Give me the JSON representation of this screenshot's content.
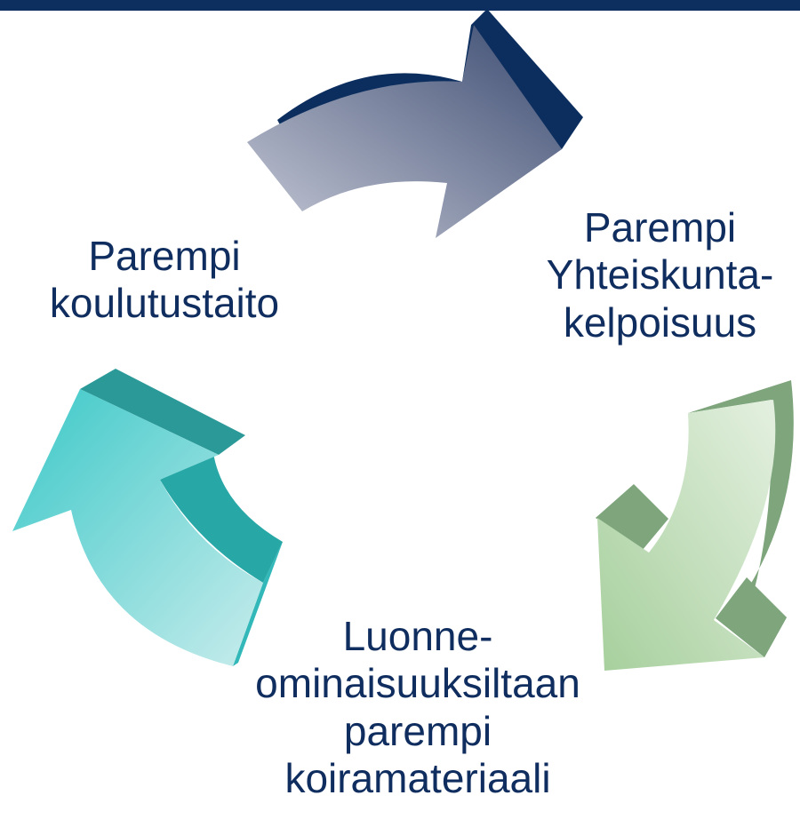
{
  "header": {
    "bar_color": "#0c2f5f"
  },
  "diagram": {
    "type": "cycle",
    "nodes": [
      {
        "id": "left",
        "lines": [
          "Parempi",
          "koulutustaito"
        ]
      },
      {
        "id": "right",
        "lines": [
          "Parempi",
          "Yhteiskunta-",
          "kelpoisuus"
        ]
      },
      {
        "id": "bottom",
        "lines": [
          "Luonne-",
          "ominaisuuksiltaan",
          "parempi",
          "koiramateriaali"
        ]
      }
    ],
    "arrows": [
      {
        "from": "left",
        "to": "right",
        "color": "#16305e",
        "icon": "curved-arrow-icon"
      },
      {
        "from": "right",
        "to": "bottom",
        "color": "#7aa07a",
        "icon": "curved-arrow-icon"
      },
      {
        "from": "bottom",
        "to": "left",
        "color": "#2fb8b8",
        "icon": "curved-arrow-icon"
      }
    ],
    "text_color": "#0f2d5e"
  }
}
